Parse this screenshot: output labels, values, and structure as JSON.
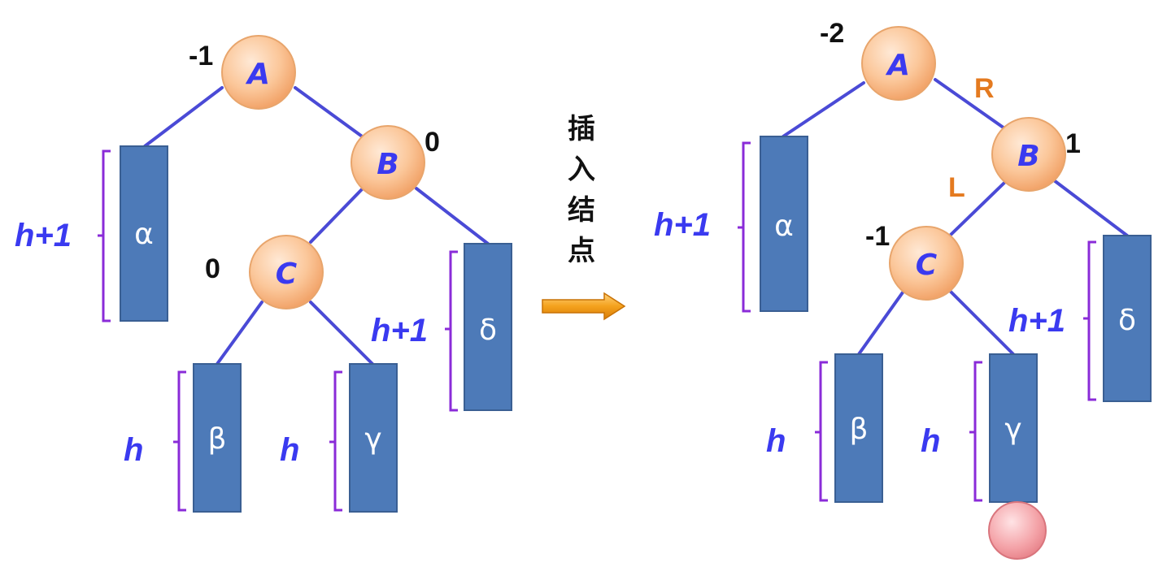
{
  "caption": [
    "插",
    "入",
    "结",
    "点"
  ],
  "before": {
    "nodes": {
      "a": "A",
      "b": "B",
      "c": "C"
    },
    "balance": {
      "a": "-1",
      "b": "0",
      "c": "0"
    },
    "subtrees": {
      "alpha": "α",
      "beta": "β",
      "gamma": "γ",
      "delta": "δ"
    },
    "heights": {
      "alpha": "h+1",
      "beta": "h",
      "gamma": "h",
      "delta": "h+1"
    }
  },
  "after": {
    "nodes": {
      "a": "A",
      "b": "B",
      "c": "C"
    },
    "balance": {
      "a": "-2",
      "b": "1",
      "c": "-1"
    },
    "rotation": {
      "ab": "R",
      "bc": "L"
    },
    "subtrees": {
      "alpha": "α",
      "beta": "β",
      "gamma": "γ",
      "delta": "δ"
    },
    "heights": {
      "alpha": "h+1",
      "beta": "h",
      "gamma": "h",
      "delta": "h+1"
    }
  },
  "colors": {
    "edge": "#4a4ad6",
    "subtree": "#4d7ab8",
    "node": "#fbc79a",
    "label": "#3a3af0",
    "brace": "#8a2bd8",
    "rotation": "#e47a1f",
    "inserted": "#f4a3a8"
  }
}
